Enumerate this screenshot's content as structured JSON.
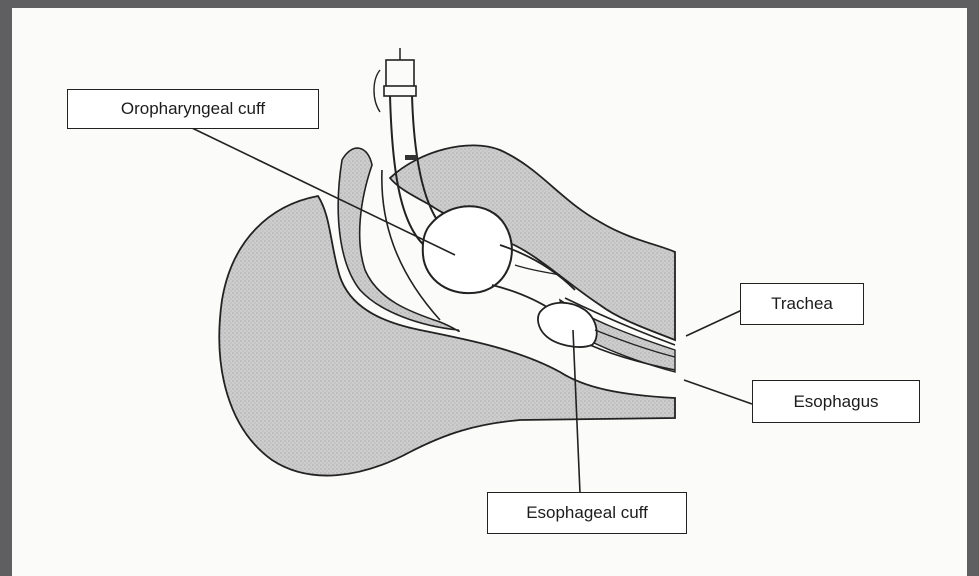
{
  "labels": {
    "oropharyngeal_cuff": "Oropharyngeal cuff",
    "trachea": "Trachea",
    "esophagus": "Esophagus",
    "esophageal_cuff": "Esophageal cuff"
  },
  "colors": {
    "background_border": "#5f5f62",
    "paper": "#fbfbf9",
    "tissue_fill": "#c9c9c9",
    "line": "#222222"
  }
}
